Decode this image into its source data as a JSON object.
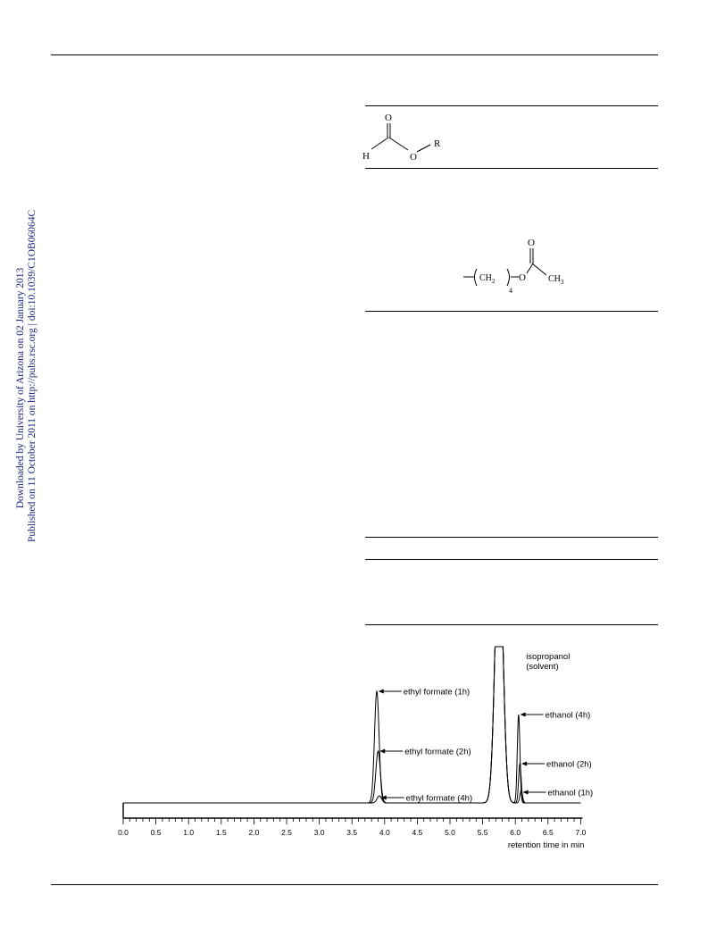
{
  "side_note": {
    "line1": "Downloaded by University of Arizona on 02 January 2013",
    "line2": "Published on 11 October 2011 on http://pubs.rsc.org | doi:10.1039/C1OB06064C"
  },
  "structures": {
    "formate": {
      "carbonyl_o": "O",
      "h": "H",
      "ester_o": "O",
      "r": "R"
    },
    "acetate": {
      "carbonyl_o": "O",
      "ch2": "CH",
      "ch2_sub": "2",
      "n_sub": "4",
      "ester_o": "O",
      "ch3": "CH",
      "ch3_sub": "3"
    }
  },
  "chart_data": {
    "type": "line",
    "title": "",
    "xlabel": "retention time in min",
    "ylabel": "",
    "xlim": [
      0.0,
      7.0
    ],
    "x_ticks": [
      "0.0",
      "0.5",
      "1.0",
      "1.5",
      "2.0",
      "2.5",
      "3.0",
      "3.5",
      "4.0",
      "4.5",
      "5.0",
      "5.5",
      "6.0",
      "6.5",
      "7.0"
    ],
    "baseline": 0,
    "grid": false,
    "series": [
      {
        "name": "1h",
        "peaks": [
          {
            "x": 3.88,
            "height": 125,
            "width": 0.035
          },
          {
            "x": 5.75,
            "height": 300,
            "width": 0.06
          },
          {
            "x": 6.09,
            "height": 14,
            "width": 0.02
          }
        ]
      },
      {
        "name": "2h",
        "peaks": [
          {
            "x": 3.9,
            "height": 58,
            "width": 0.035
          },
          {
            "x": 5.75,
            "height": 300,
            "width": 0.06
          },
          {
            "x": 6.07,
            "height": 44,
            "width": 0.02
          }
        ]
      },
      {
        "name": "4h",
        "peaks": [
          {
            "x": 3.92,
            "height": 8,
            "width": 0.035
          },
          {
            "x": 5.75,
            "height": 300,
            "width": 0.06
          },
          {
            "x": 6.05,
            "height": 99,
            "width": 0.02
          }
        ]
      }
    ],
    "annotations": [
      {
        "text": "ethyl formate (1h)",
        "x": 3.89,
        "y": 125
      },
      {
        "text": "ethyl formate (2h)",
        "x": 3.91,
        "y": 58
      },
      {
        "text": "ethyl formate (4h)",
        "x": 3.93,
        "y": 6
      },
      {
        "text": "ethanol (4h)",
        "x": 6.06,
        "y": 99
      },
      {
        "text": "ethanol (2h)",
        "x": 6.08,
        "y": 44
      },
      {
        "text": "ethanol (1h)",
        "x": 6.1,
        "y": 12
      }
    ],
    "solvent_label": [
      "isopropanol",
      "(solvent)"
    ]
  }
}
